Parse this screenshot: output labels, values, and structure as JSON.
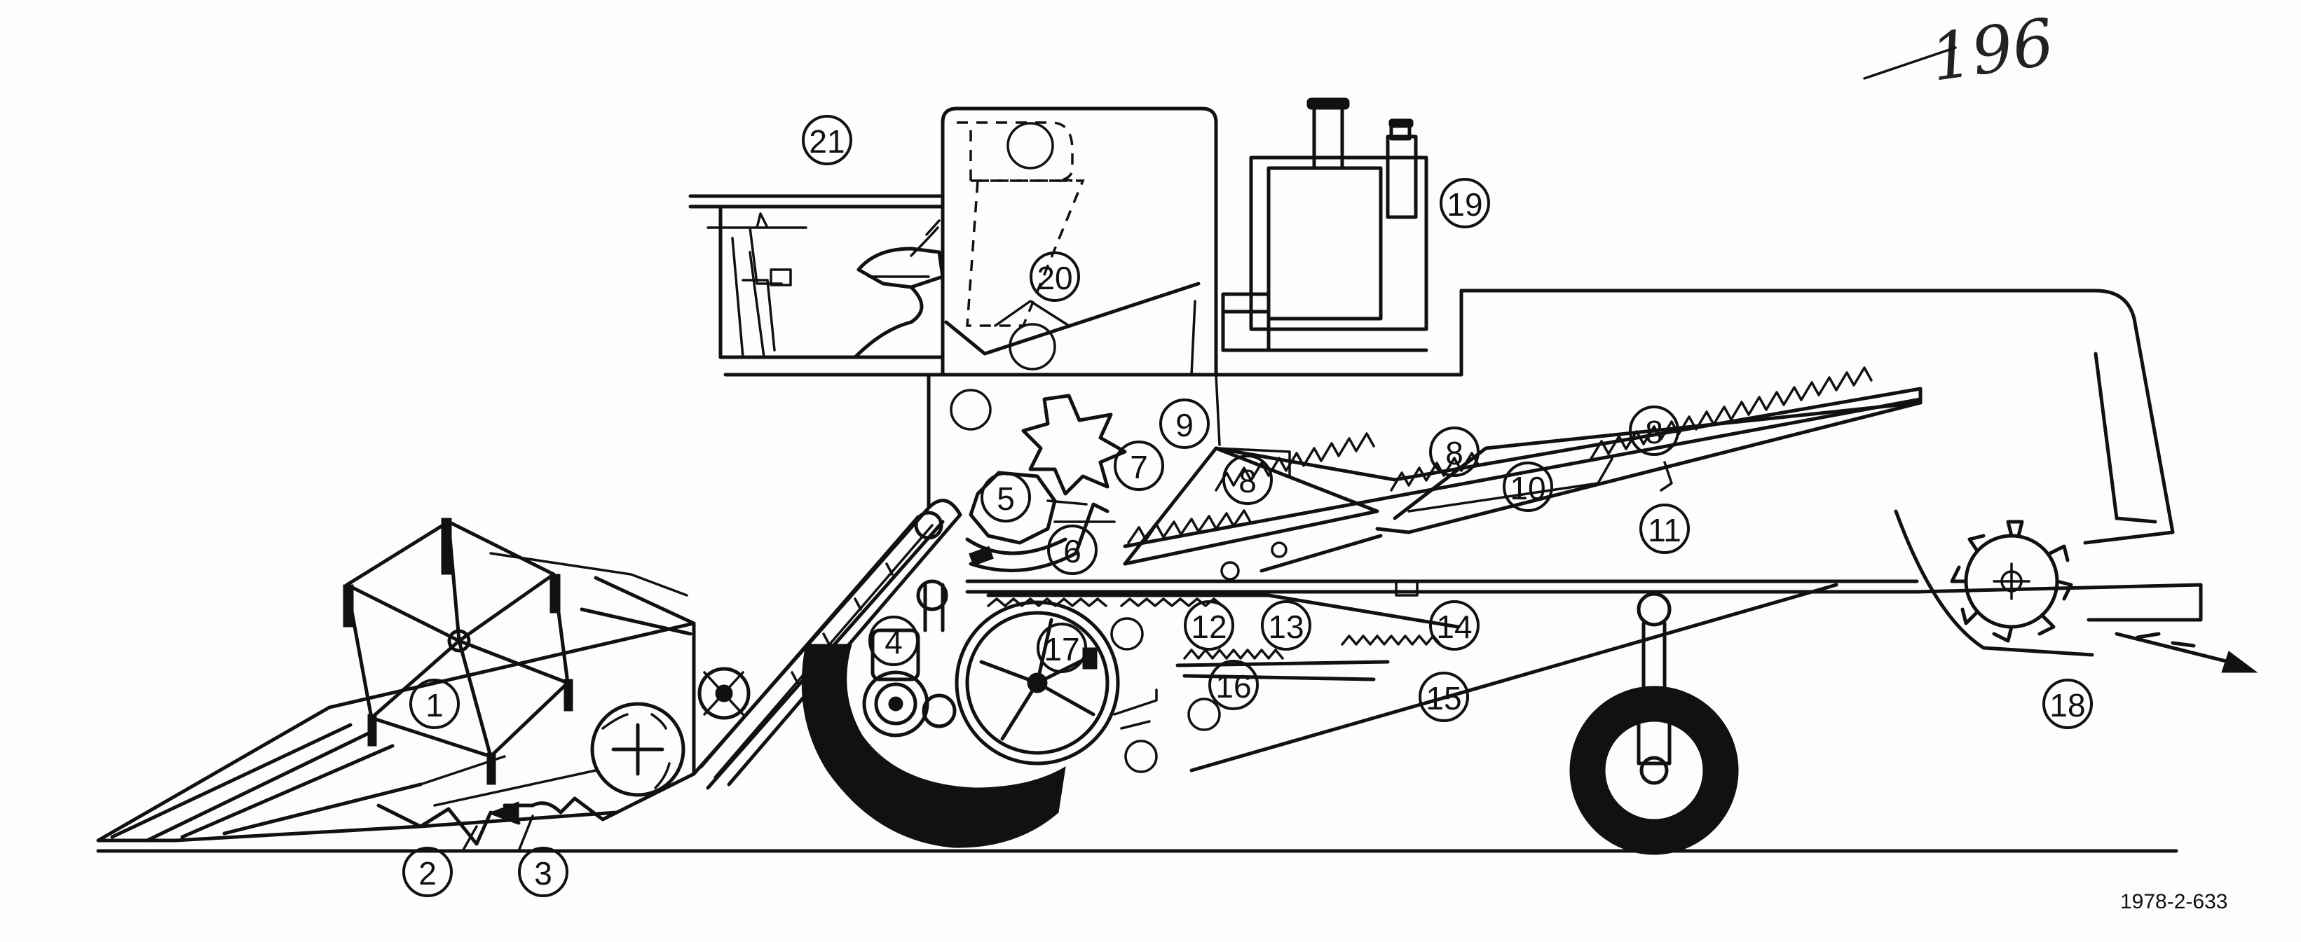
{
  "handwritten_note": "196",
  "reference_code": "1978-2-633",
  "callouts": [
    {
      "label": "1"
    },
    {
      "label": "2"
    },
    {
      "label": "3"
    },
    {
      "label": "4"
    },
    {
      "label": "5"
    },
    {
      "label": "6"
    },
    {
      "label": "7"
    },
    {
      "label": "8"
    },
    {
      "label": "8"
    },
    {
      "label": "8"
    },
    {
      "label": "9"
    },
    {
      "label": "10"
    },
    {
      "label": "11"
    },
    {
      "label": "12"
    },
    {
      "label": "13"
    },
    {
      "label": "14"
    },
    {
      "label": "15"
    },
    {
      "label": "16"
    },
    {
      "label": "17"
    },
    {
      "label": "18"
    },
    {
      "label": "19"
    },
    {
      "label": "20"
    },
    {
      "label": "21"
    }
  ],
  "colors": {
    "ink": "#111111",
    "paper": "#fdfdfc"
  }
}
